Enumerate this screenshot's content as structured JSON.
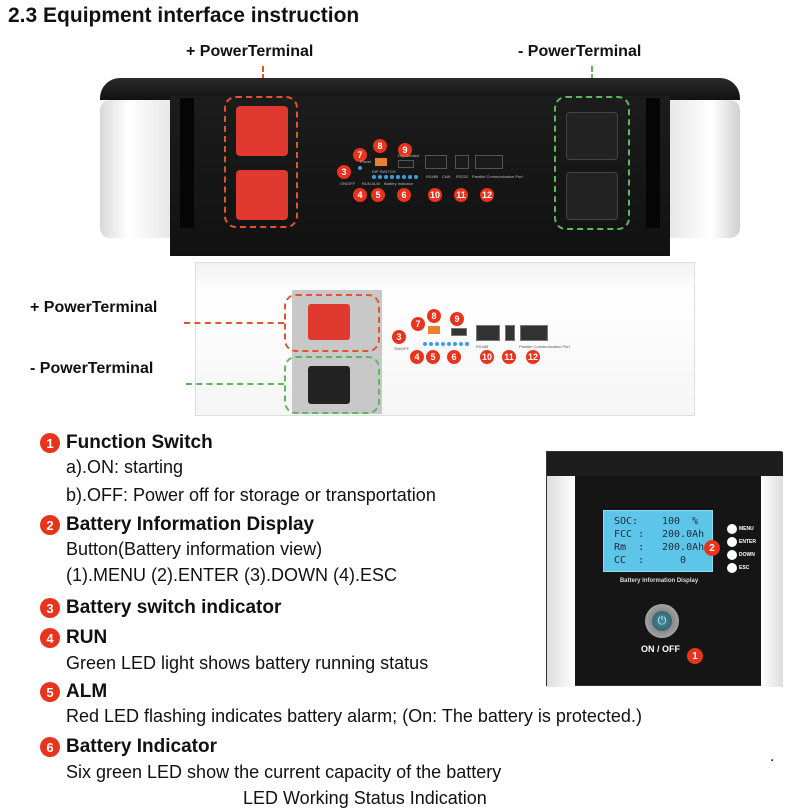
{
  "title": "2.3 Equipment interface instruction",
  "top_device": {
    "pos_label": "+ PowerTerminal",
    "neg_label": "- PowerTerminal",
    "callouts": [
      "3",
      "4",
      "5",
      "6",
      "7",
      "8",
      "9",
      "10",
      "11",
      "12"
    ],
    "panel_text": {
      "on_off": "ON/OFF",
      "power": "Power",
      "dip": "DIP SWITCH",
      "run_alm": "RUN ALM",
      "battery_indicator": "Battery Indicator",
      "dry_contact": "Dry Contact",
      "rs485": "RS485",
      "can": "CAN",
      "rs232": "RS232",
      "parallel": "Parallel Communication Port"
    }
  },
  "bottom_device": {
    "pos_label": "+ PowerTerminal",
    "neg_label": "- PowerTerminal"
  },
  "display_panel": {
    "lcd": [
      {
        "key": "SOC:",
        "value": "100  %"
      },
      {
        "key": "FCC :",
        "value": "200.0Ah"
      },
      {
        "key": "Rm  :",
        "value": "200.0Ah"
      },
      {
        "key": "CC  :",
        "value": "0"
      }
    ],
    "caption": "Battery Information Display",
    "buttons": [
      "MENU",
      "ENTER",
      "DOWN",
      "ESC"
    ],
    "callout_display": "2",
    "switch_label": "ON / OFF",
    "callout_switch": "1"
  },
  "descriptions": [
    {
      "num": "1",
      "title": "Function Switch",
      "lines": [
        "a).ON: starting",
        "b).OFF: Power off for storage or transportation"
      ]
    },
    {
      "num": "2",
      "title": "Battery Information Display",
      "lines": [
        "Button(Battery information view)",
        "(1).MENU (2).ENTER (3).DOWN (4).ESC"
      ]
    },
    {
      "num": "3",
      "title": "Battery switch indicator",
      "lines": []
    },
    {
      "num": "4",
      "title": "RUN",
      "lines": [
        "Green LED light shows battery running status"
      ]
    },
    {
      "num": "5",
      "title": "ALM",
      "lines": [
        "Red LED flashing indicates battery alarm; (On: The battery is protected.)"
      ]
    },
    {
      "num": "6",
      "title": "Battery Indicator",
      "lines": [
        "Six green LED show the current capacity of the battery"
      ]
    }
  ],
  "footer": "LED Working Status Indication",
  "dot": "."
}
